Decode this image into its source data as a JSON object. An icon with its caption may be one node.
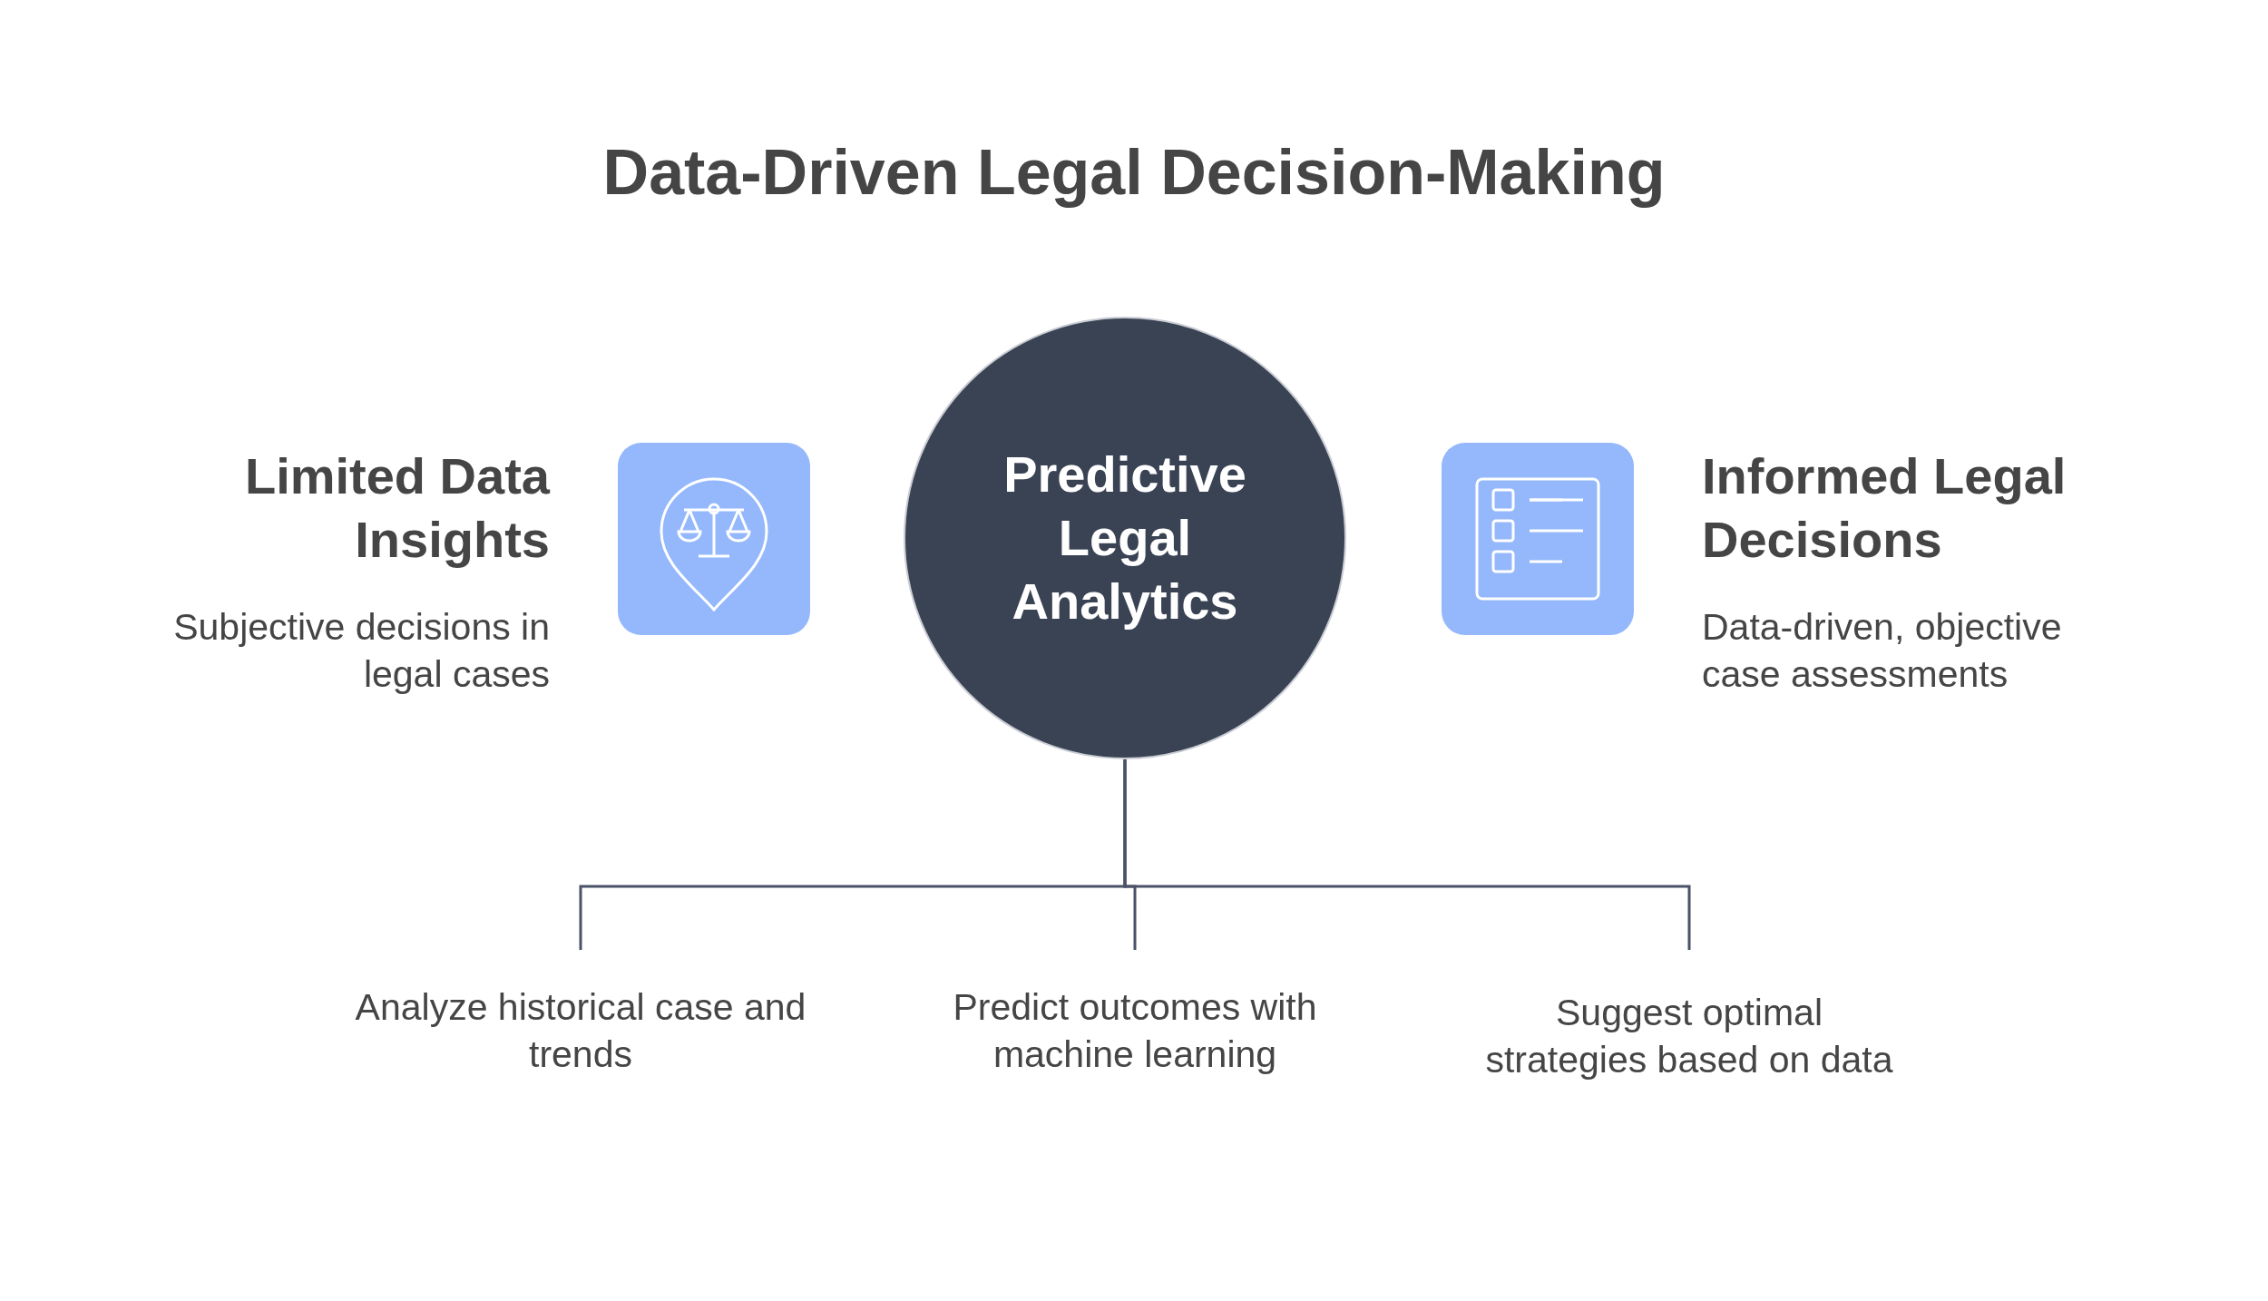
{
  "diagram": {
    "title": "Data-Driven Legal Decision-Making",
    "nodes": [
      {
        "text": [
          "Predictive Legal Analytics"
        ]
      },
      {
        "text": [
          "Analyze historical case and trends"
        ]
      },
      {
        "text": [
          "Predict outcomes with machine learning"
        ]
      },
      {
        "text": [
          "Suggest optimal strategies based on data"
        ]
      }
    ],
    "edges": [
      {
        "from": 0,
        "to": 1,
        "arrow": "none"
      },
      {
        "from": 0,
        "to": 2,
        "arrow": "none"
      },
      {
        "from": 0,
        "to": 3,
        "arrow": "none"
      }
    ],
    "labels": [
      "Limited Data Insights",
      "Subjective decisions in legal cases",
      "Informed Legal Decisions",
      "Data-driven, objective case assessments"
    ]
  }
}
